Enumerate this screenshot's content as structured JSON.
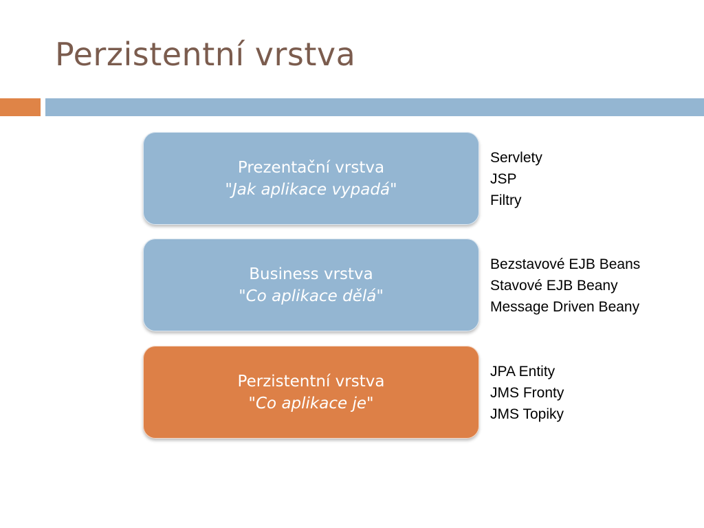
{
  "title": "Perzistentní vrstva",
  "colors": {
    "title": "#7b5c4e",
    "accent_orange": "#df8447",
    "accent_blue": "#94b6d2"
  },
  "layers": [
    {
      "name": "Prezentační vrstva",
      "subtitle": "\"Jak aplikace vypadá\"",
      "color": "#94b6d2",
      "technologies": [
        "Servlety",
        "JSP",
        "Filtry"
      ]
    },
    {
      "name": "Business vrstva",
      "subtitle": "\"Co aplikace dělá\"",
      "color": "#94b6d2",
      "technologies": [
        "Bezstavové EJB Beans",
        "Stavové EJB Beany",
        "Message Driven Beany"
      ]
    },
    {
      "name": "Perzistentní vrstva",
      "subtitle": "\"Co aplikace je\"",
      "color": "#dd8047",
      "technologies": [
        "JPA Entity",
        "JMS Fronty",
        "JMS Topiky"
      ]
    }
  ]
}
